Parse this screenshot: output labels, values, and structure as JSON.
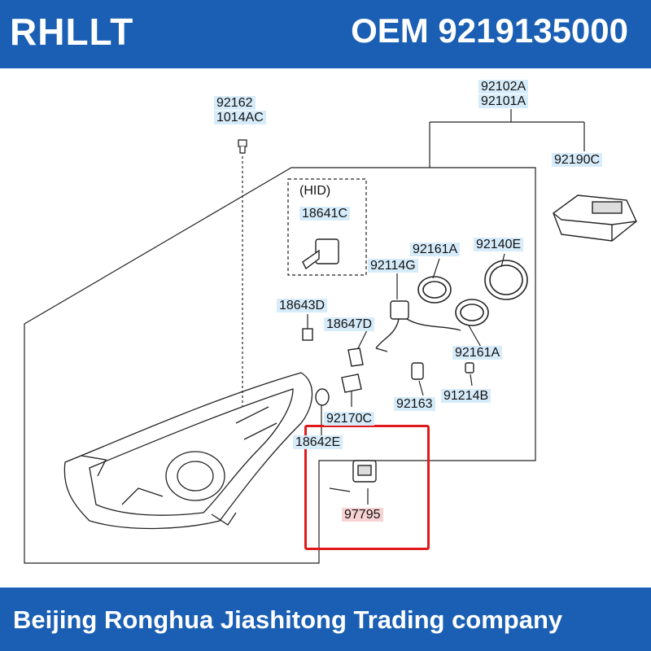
{
  "header": {
    "brand": "RHLLT",
    "oem": "OEM 9219135000"
  },
  "footer": {
    "company": "Beijing Ronghua Jiashitong Trading company"
  },
  "diagram": {
    "hid_label": "(HID)",
    "parts": {
      "bolt_top": "92162",
      "bolt_bottom": "1014AC",
      "housing_top": "92102A",
      "housing_bottom": "92101A",
      "ballast": "92190C",
      "hid_bulb": "18641C",
      "cap_a1": "92161A",
      "cap_ring": "92140E",
      "socket_g": "92114G",
      "small_bulb_d": "18643D",
      "bulb_d": "18647D",
      "cap_a2": "92161A",
      "socket_92163": "92163",
      "grommet": "91214B",
      "socket_c": "92170C",
      "bulb_e": "18642E",
      "actuator": "97795"
    },
    "highlight_color": "#e01a1a",
    "label_color": "#d7ecfa"
  }
}
